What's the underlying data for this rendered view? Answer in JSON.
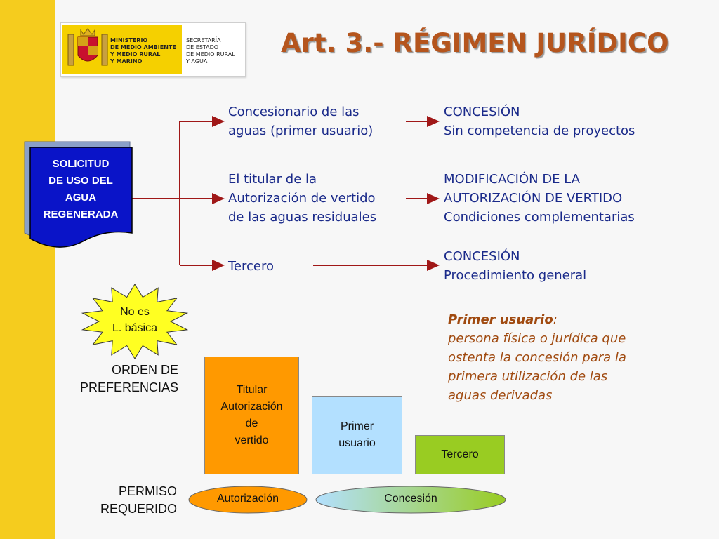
{
  "header": {
    "title": "Art. 3.- RÉGIMEN JURÍDICO",
    "logo": {
      "ministry": "MINISTERIO\nDE MEDIO AMBIENTE\nY MEDIO RURAL\nY MARINO",
      "secretariat": "SECRETARÍA\nDE ESTADO\nDE MEDIO RURAL\nY AGUA",
      "emblem": "spanish-coat-of-arms-icon"
    }
  },
  "source_box": {
    "label": "SOLICITUD\nDE USO DEL\nAGUA\nREGENERADA"
  },
  "branches": [
    {
      "applicant": "Concesionario de las\naguas (primer usuario)",
      "outcome": "CONCESIÓN\nSin competencia de proyectos"
    },
    {
      "applicant": "El titular de la\nAutorización de vertido\nde las aguas residuales",
      "outcome": "MODIFICACIÓN DE LA\nAUTORIZACIÓN DE VERTIDO\nCondiciones complementarias"
    },
    {
      "applicant": "Tercero",
      "outcome": "CONCESIÓN\nProcedimiento general"
    }
  ],
  "star": {
    "label": "No es\nL. básica"
  },
  "definition": {
    "term": "Primer usuario",
    "colon": ":",
    "text": "persona física o jurídica que\nostenta la concesión para la\nprimera utilización de las\naguas derivadas"
  },
  "preference": {
    "label": "ORDEN DE\nPREFERENCIAS",
    "steps": [
      {
        "label": "Titular\nAutorización\nde\nvertido",
        "rank": 1,
        "color": "#ff9900"
      },
      {
        "label": "Primer\nusuario",
        "rank": 2,
        "color": "#b3e0ff"
      },
      {
        "label": "Tercero",
        "rank": 3,
        "color": "#99cc22"
      }
    ]
  },
  "permit": {
    "label": "PERMISO\nREQUERIDO",
    "items": [
      {
        "label": "Autorización",
        "color": "#ff9900"
      },
      {
        "label": "Concesión",
        "color_from": "#b3e0ff",
        "color_to": "#99cc22"
      }
    ]
  },
  "colors": {
    "title": "#b5551d",
    "accent_band": "#f5cc1e",
    "connector": "#a01818",
    "main_text": "#1a2a8a",
    "source_box": "#0a14c8"
  }
}
